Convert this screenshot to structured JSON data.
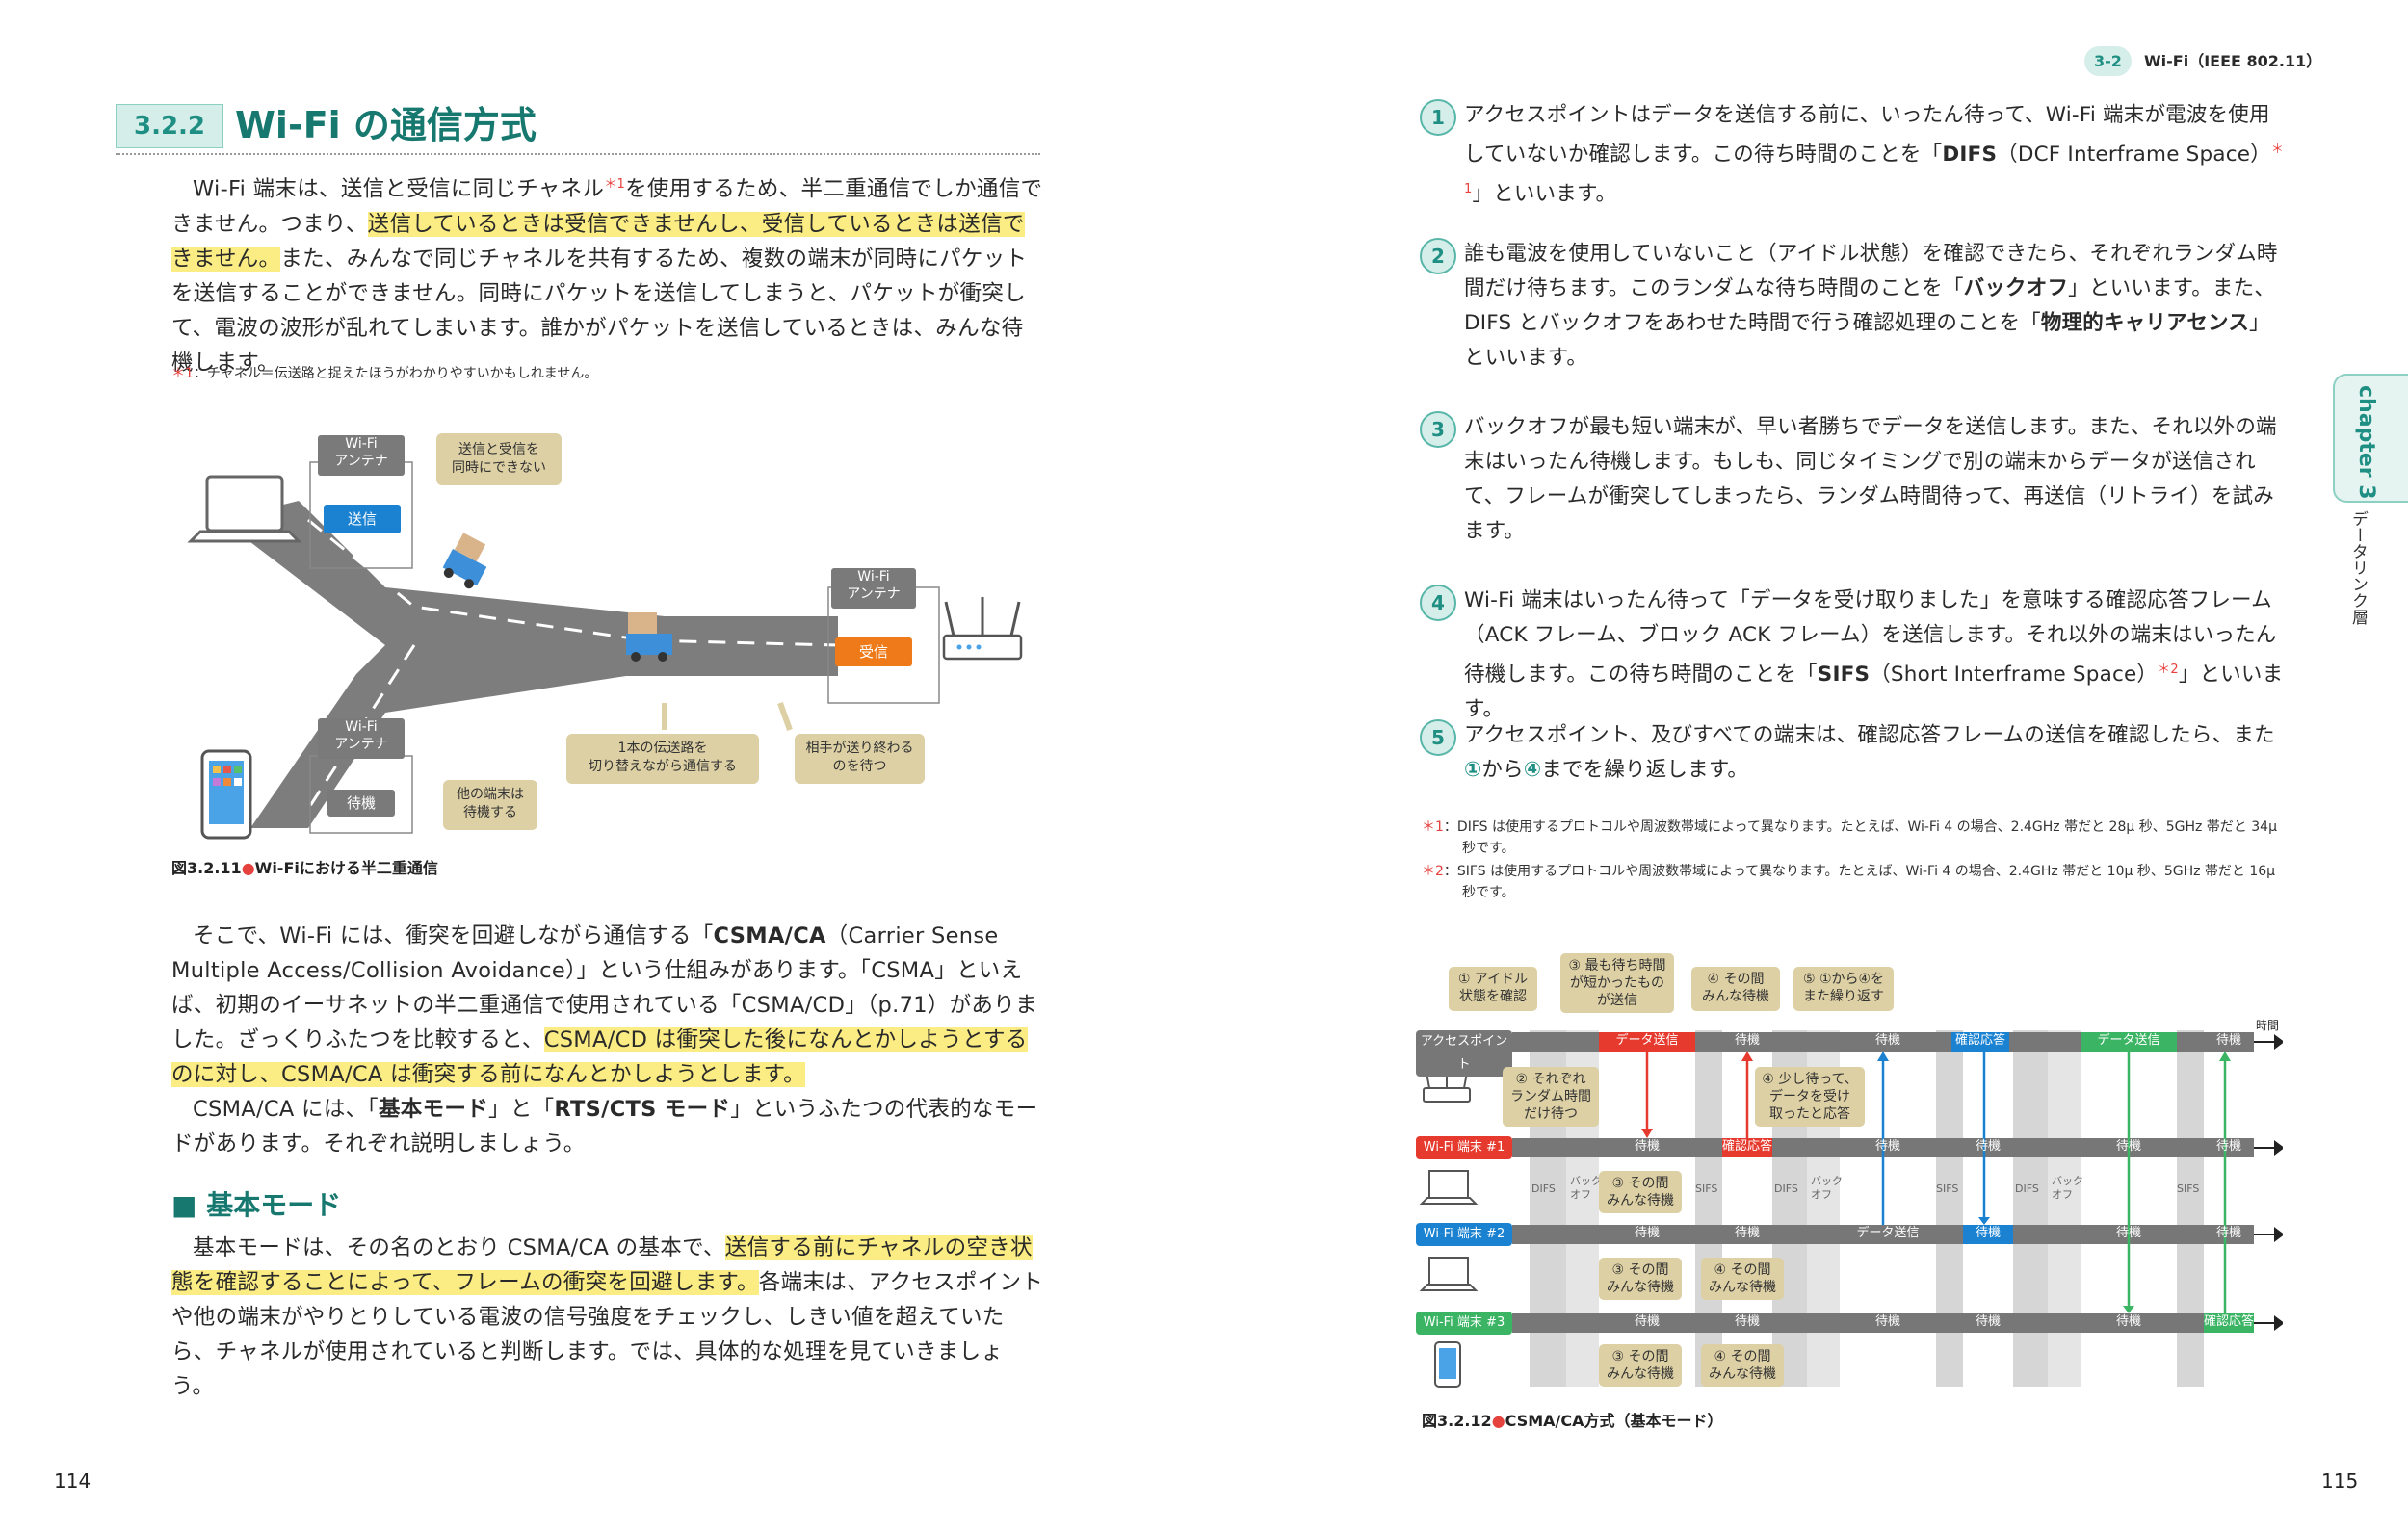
{
  "header_right": {
    "badge": "3-2",
    "title": "Wi-Fi（IEEE 802.11）"
  },
  "section": {
    "number": "3.2.2",
    "title": "Wi-Fi の通信方式"
  },
  "left": {
    "p1": [
      {
        "t": "Wi-Fi 端末は、送信と受信に同じチャネル"
      },
      {
        "t": "＊1",
        "sup": true
      },
      {
        "t": "を使用するため、半二重通信でしか通信で"
      },
      {
        "t": "きません。つまり、"
      },
      {
        "t": "送信しているときは受信できませんし、受信しているときは送信でき",
        "hl": true
      },
      {
        "t": "ません。",
        "hl": true
      },
      {
        "t": "また、みんなで同じチャネルを共有するため、複数の端末が同時にパケットを送信することができません。同時にパケットを送信してしまうと、パケットが衝突して、電波の波形が乱れてしまいます。誰かがパケットを送信しているときは、みんな待機します。"
      }
    ],
    "note1_mark": "＊1",
    "note1_text": "：チャネル＝伝送路と捉えたほうがわかりやすいかもしれません。",
    "fig1": {
      "caption_num": "図3.2.11",
      "caption_text": "Wi-Fiにおける半二重通信",
      "antenna1": [
        "Wi-Fi",
        "アンテナ"
      ],
      "antenna2": [
        "Wi-Fi",
        "アンテナ"
      ],
      "antenna3": [
        "Wi-Fi",
        "アンテナ"
      ],
      "send": "送信",
      "receive": "受信",
      "wait": "待機",
      "bubble_sendrecv": [
        "送信と受信を",
        "同時にできない"
      ],
      "bubble_channel": [
        "1本の伝送路を",
        "切り替えながら通信する"
      ],
      "bubble_partner": [
        "相手が送り終わる",
        "のを待つ"
      ],
      "bubble_other": [
        "他の端末は",
        "待機する"
      ]
    },
    "p2": [
      {
        "t": "そこで、Wi-Fi には、衝突を回避しながら通信する「"
      },
      {
        "t": "CSMA/CA",
        "b": true
      },
      {
        "t": "（Carrier Sense Multiple Access/Collision Avoidance）」という仕組みがあります。「CSMA」といえば、初期のイーサネットの半二重通信で使用されている「CSMA/CD」（p.71）がありました。ざっくりふたつを比較すると、"
      },
      {
        "t": "CSMA/CD は衝突した後になんとかしようとするのに対し、CSMA/CA は衝突する前になんとかしようとします。",
        "hl": true
      }
    ],
    "p3": [
      {
        "t": "CSMA/CA には、「"
      },
      {
        "t": "基本モード",
        "b": true
      },
      {
        "t": "」と「"
      },
      {
        "t": "RTS/CTS モード",
        "b": true
      },
      {
        "t": "」というふたつの代表的なモードがあります。それぞれ説明しましょう。"
      }
    ],
    "subhead": "■ 基本モード",
    "p4": [
      {
        "t": "基本モードは、その名のとおり CSMA/CA の基本で、"
      },
      {
        "t": "送信する前にチャネルの空き状態を確認することによって、フレームの衝突を回避します。",
        "hl": true
      },
      {
        "t": "各端末は、アクセスポイントや他の端末がやりとりしている電波の信号強度をチェックし、しきい値を超えていたら、チャネルが使用されていると判断します。では、具体的な処理を見ていきましょう。"
      }
    ],
    "page_number": "114"
  },
  "right": {
    "items": [
      {
        "num": "1",
        "runs": [
          {
            "t": "アクセスポイントはデータを送信する前に、いったん待って、Wi-Fi 端末が電波を使用していないか確認します。この待ち時間のことを「"
          },
          {
            "t": "DIFS",
            "b": true
          },
          {
            "t": "（DCF Interframe Space）"
          },
          {
            "t": "＊1",
            "sup": true
          },
          {
            "t": "」といいます。"
          }
        ]
      },
      {
        "num": "2",
        "runs": [
          {
            "t": "誰も電波を使用していないこと（アイドル状態）を確認できたら、それぞれランダム時間だけ待ちます。このランダムな待ち時間のことを「"
          },
          {
            "t": "バックオフ",
            "b": true
          },
          {
            "t": "」といいます。また、DIFS とバックオフをあわせた時間で行う確認処理のことを「"
          },
          {
            "t": "物理的キャリアセンス",
            "b": true
          },
          {
            "t": "」といいます。"
          }
        ]
      },
      {
        "num": "3",
        "runs": [
          {
            "t": "バックオフが最も短い端末が、早い者勝ちでデータを送信します。また、それ以外の端末はいったん待機します。もしも、同じタイミングで別の端末からデータが送信されて、フレームが衝突してしまったら、ランダム時間待って、再送信（リトライ）を試みます。"
          }
        ]
      },
      {
        "num": "4",
        "runs": [
          {
            "t": "Wi-Fi 端末はいったん待って「データを受け取りました」を意味する確認応答フレーム（ACK フレーム、ブロック ACK フレーム）を送信します。それ以外の端末はいったん待機します。この待ち時間のことを「"
          },
          {
            "t": "SIFS",
            "b": true
          },
          {
            "t": "（Short Interframe Space）"
          },
          {
            "t": "＊2",
            "sup": true
          },
          {
            "t": "」といいます。"
          }
        ]
      },
      {
        "num": "5",
        "runs": [
          {
            "t": "アクセスポイント、及びすべての端末は、確認応答フレームの送信を確認したら、また"
          },
          {
            "t": "①",
            "c": true
          },
          {
            "t": "から"
          },
          {
            "t": "④",
            "c": true
          },
          {
            "t": "までを繰り返します。"
          }
        ]
      }
    ],
    "notes": [
      {
        "mark": "＊1",
        "text": "：DIFS は使用するプロトコルや周波数帯域によって異なります。たとえば、Wi-Fi 4 の場合、2.4GHz 帯だと 28μ 秒、5GHz 帯だと 34μ 秒です。"
      },
      {
        "mark": "＊2",
        "text": "：SIFS は使用するプロトコルや周波数帯域によって異なります。たとえば、Wi-Fi 4 の場合、2.4GHz 帯だと 10μ 秒、5GHz 帯だと 16μ 秒です。"
      }
    ],
    "chapter_tab": "chapter 3",
    "chapter_sub": "データリンク層",
    "fig2": {
      "caption_num": "図3.2.12",
      "caption_text": "CSMA/CA方式（基本モード）",
      "time": "時間",
      "rows": [
        "アクセスポイント",
        "Wi-Fi 端末 #1",
        "Wi-Fi 端末 #2",
        "Wi-Fi 端末 #3"
      ],
      "difs": "DIFS",
      "sifs": "SIFS",
      "backoff": [
        "バック",
        "オフ"
      ],
      "data_send": "データ送信",
      "ack": "確認応答",
      "wait": "待機",
      "b_idle": [
        "① アイドル",
        "状態を確認"
      ],
      "b_shortest": [
        "③ 最も待ち時間",
        "が短かったもの",
        "が送信"
      ],
      "b_meanwhile": [
        "④ その間",
        "みんな待機"
      ],
      "b_repeat": [
        "⑤ ①から④を",
        "また繰り返す"
      ],
      "b_random": [
        "② それぞれ",
        "ランダム時間",
        "だけ待つ"
      ],
      "b_ack": [
        "④ 少し待って、",
        "データを受け",
        "取ったと応答"
      ],
      "b_wait3": [
        "③ その間",
        "みんな待機"
      ],
      "b_wait4": [
        "④ その間",
        "みんな待機"
      ]
    },
    "page_number": "115"
  },
  "colors": {
    "teal": "#17786f",
    "red": "#e63a2e",
    "blue": "#1b82d1",
    "green": "#3bb464",
    "highlight": "#fbed83"
  }
}
